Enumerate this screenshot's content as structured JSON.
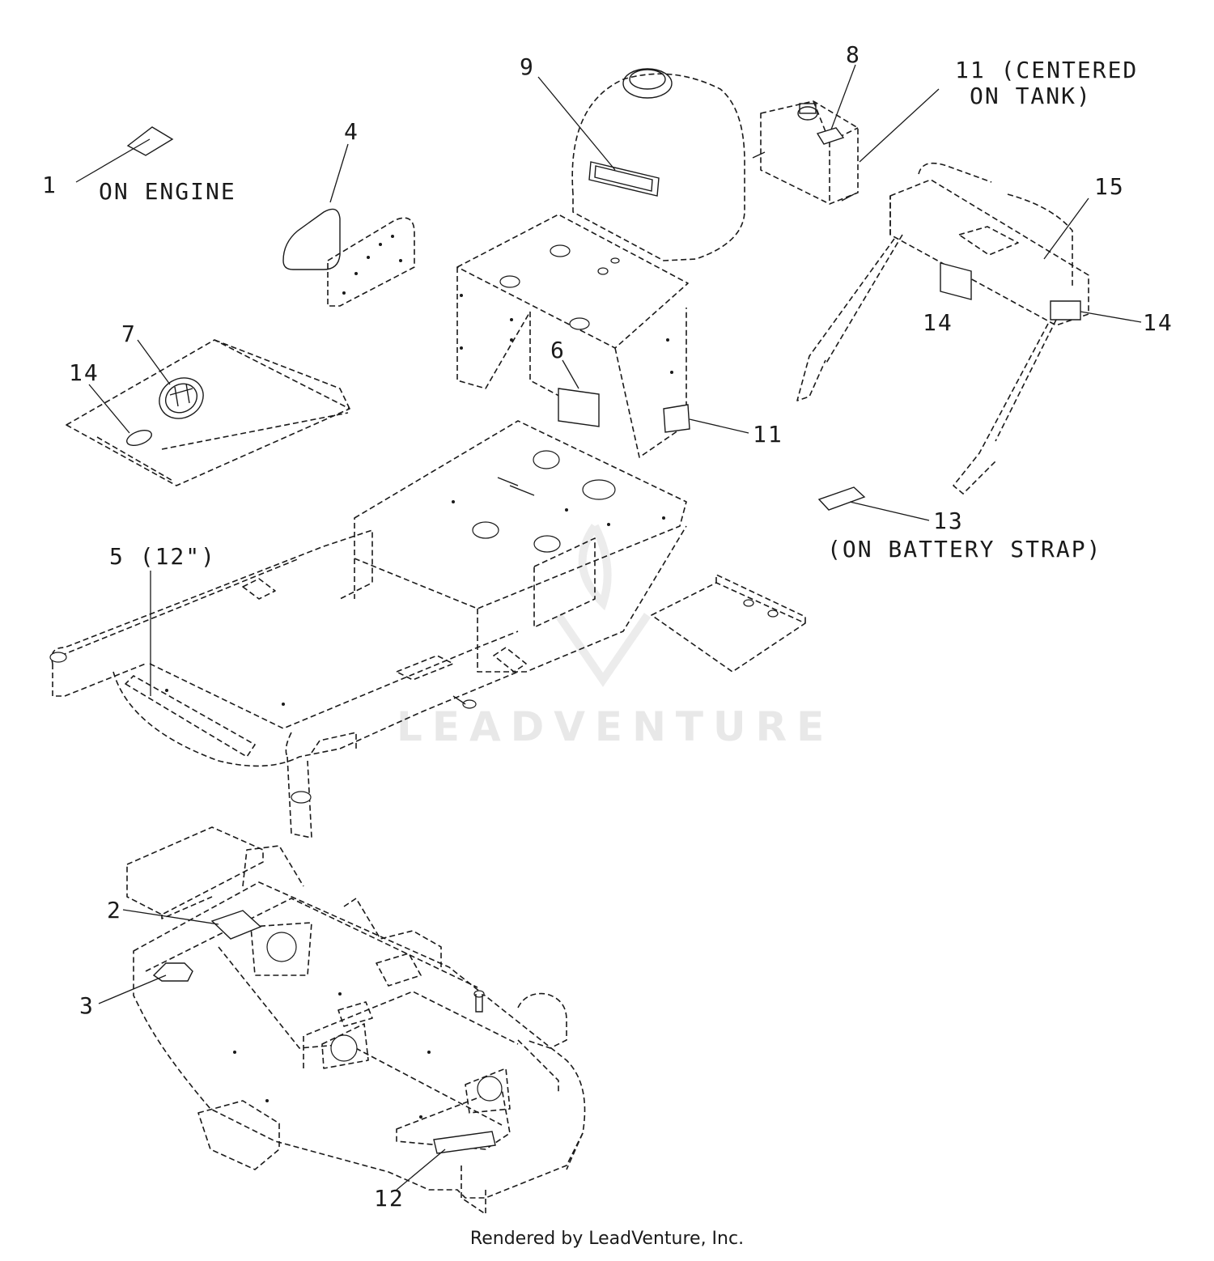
{
  "labels": {
    "l1": "1",
    "l1_note": "ON ENGINE",
    "l2": "2",
    "l3": "3",
    "l4": "4",
    "l5": "5 (12\")",
    "l6": "6",
    "l7": "7",
    "l8": "8",
    "l9": "9",
    "l11_top_a": "11 (CENTERED",
    "l11_top_b": "ON TANK)",
    "l11_right": "11",
    "l12": "12",
    "l13": "13",
    "l13_note": "(ON BATTERY STRAP)",
    "l14_left": "14",
    "l14_mid": "14",
    "l14_right": "14",
    "l15": "15"
  },
  "watermark": "LEADVENTURE",
  "footer": "Rendered by LeadVenture, Inc."
}
